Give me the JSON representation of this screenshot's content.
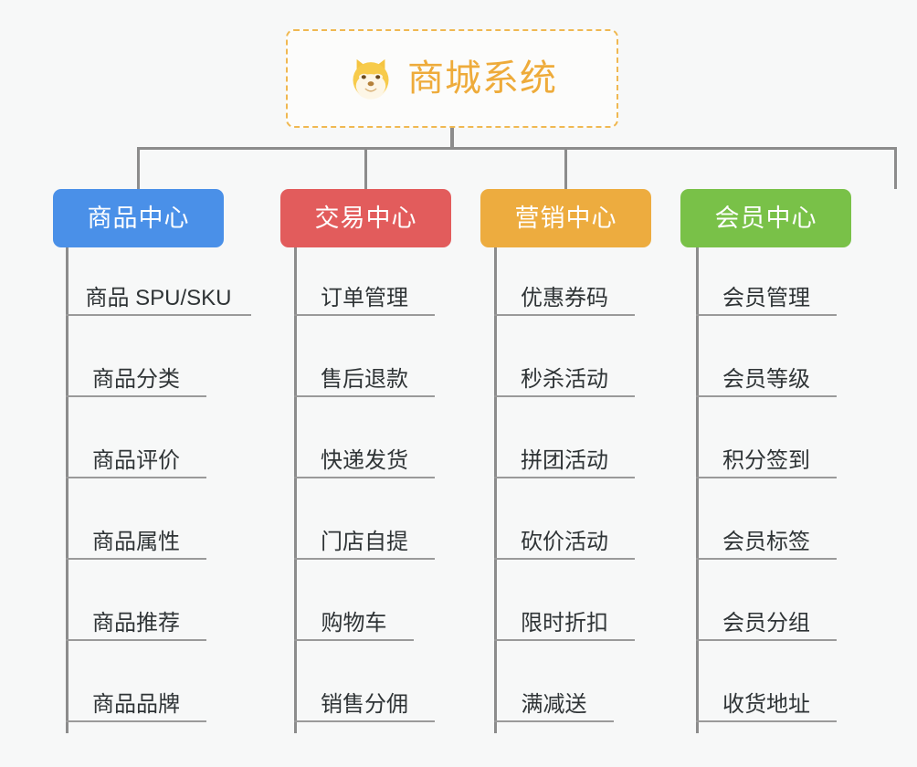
{
  "page": {
    "background_color": "#f7f8f8",
    "connector_color": "#8c8c8c",
    "leaf_text_color": "#2f3436",
    "leaf_rule_color": "#9a9a9a"
  },
  "root": {
    "title": "商城系统",
    "icon": "shiba-dog-face-icon",
    "text_color": "#eeab3a",
    "border_color": "#f0b851",
    "background_color": "#fcfcfb"
  },
  "branches": [
    {
      "id": "product-center",
      "label": "商品中心",
      "color": "#4a90e8",
      "items": [
        "商品 SPU/SKU",
        "商品分类",
        "商品评价",
        "商品属性",
        "商品推荐",
        "商品品牌"
      ]
    },
    {
      "id": "trade-center",
      "label": "交易中心",
      "color": "#e25c5c",
      "items": [
        "订单管理",
        "售后退款",
        "快递发货",
        "门店自提",
        "购物车",
        "销售分佣"
      ]
    },
    {
      "id": "marketing-center",
      "label": "营销中心",
      "color": "#edac3f",
      "items": [
        "优惠券码",
        "秒杀活动",
        "拼团活动",
        "砍价活动",
        "限时折扣",
        "满减送"
      ]
    },
    {
      "id": "member-center",
      "label": "会员中心",
      "color": "#79c148",
      "items": [
        "会员管理",
        "会员等级",
        "积分签到",
        "会员标签",
        "会员分组",
        "收货地址"
      ]
    }
  ]
}
